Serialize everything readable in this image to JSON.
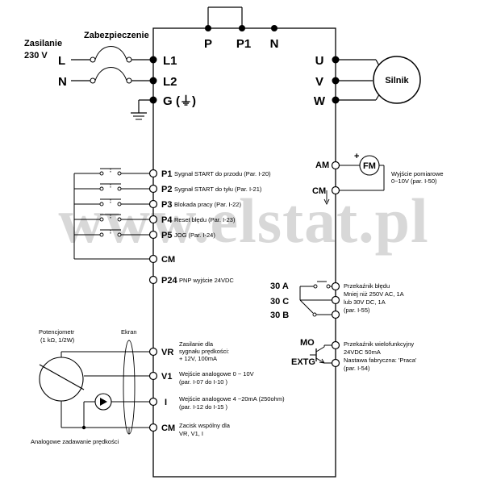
{
  "watermark": "www.elstat.pl",
  "power": {
    "supply_label": "Zasilanie",
    "voltage": "230 V",
    "line_L": "L",
    "line_N": "N",
    "protection": "Zabezpieczenie"
  },
  "top_terminals": {
    "p": "P",
    "p1": "P1",
    "n": "N"
  },
  "input_terminals": {
    "l1": "L1",
    "l2": "L2",
    "g": "G",
    "g_symbol": "(⏚)"
  },
  "output_terminals": {
    "u": "U",
    "v": "V",
    "w": "W"
  },
  "motor": "Silnik",
  "digital_inputs": [
    {
      "terminal": "P1",
      "desc": "Sygnał START do przodu (Par. I-20)"
    },
    {
      "terminal": "P2",
      "desc": "Sygnał START do tyłu (Par. I-21)"
    },
    {
      "terminal": "P3",
      "desc": "Blokada pracy (Par. I-22)"
    },
    {
      "terminal": "P4",
      "desc": "Reset błędu    (Par. I-23)"
    },
    {
      "terminal": "P5",
      "desc": "JOG (Par. I-24)"
    }
  ],
  "cm": "CM",
  "p24": {
    "terminal": "P24",
    "desc": "PNP wyjście 24VDC"
  },
  "analog": {
    "pot_title": "Potencjometr",
    "pot_spec": "(1 kΩ, 1/2W)",
    "screen": "Ekran",
    "vr": {
      "terminal": "VR",
      "line1": "Zasilanie dla",
      "line2": "sygnału prędkości:",
      "line3": "+ 12V, 100mA"
    },
    "v1": {
      "terminal": "V1",
      "line1": "Wejście analogowe 0 ~ 10V",
      "line2": "(par. I-07 do I-10 )"
    },
    "i": {
      "terminal": "I",
      "line1": "Wejście analogowe 4 ~20mA (250ohm)",
      "line2": "(par. I-12 do I-15 )"
    },
    "cm": {
      "terminal": "CM",
      "line1": "Zacisk wspólny dla",
      "line2": "VR, V1, I"
    },
    "caption": "Analogowe zadawanie prędkości"
  },
  "meter": {
    "am": "AM",
    "cm": "CM",
    "plus": "+",
    "fm": "FM",
    "line1": "Wyjście pomiarowe",
    "line2": "0~10V     (par. I-50)"
  },
  "relay": {
    "t30a": "30 A",
    "t30c": "30 C",
    "t30b": "30 B",
    "line1": "Przekaźnik błędu",
    "line2": "Mniej niż 250V AC, 1A",
    "line3": "lub 30V DC, 1A",
    "line4": "(par. I-55)"
  },
  "multi": {
    "mo": "MO",
    "extg": "EXTG",
    "line1": "Przekaźnik wielofunkcyjny",
    "line2": "24VDC 50mA",
    "line3": "Nastawa fabryczna: 'Praca'",
    "line4": "(par. I-54)"
  }
}
